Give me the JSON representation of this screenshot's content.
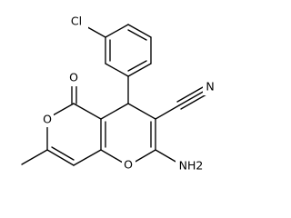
{
  "atoms": {
    "cl": "Cl",
    "carbonyl_o": "O",
    "ring_o_lactone": "O",
    "ring_o_pyran": "O",
    "nitrile_n": "N",
    "amine": "NH2"
  },
  "colors": {
    "ink": "#000000",
    "background": "#ffffff"
  }
}
